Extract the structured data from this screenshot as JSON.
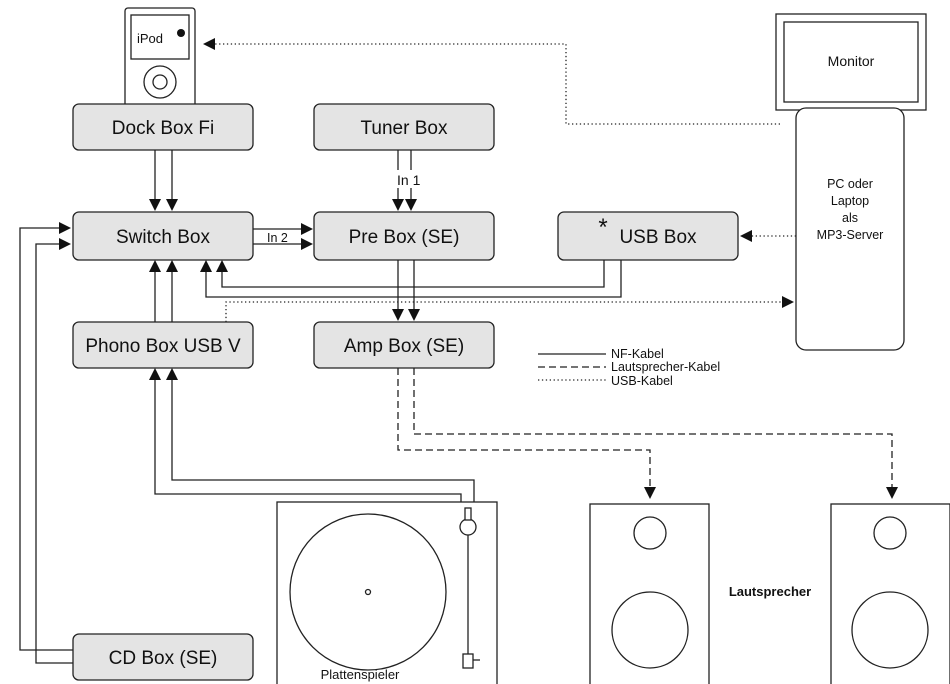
{
  "boxes": {
    "dock": "Dock Box Fi",
    "tuner": "Tuner Box",
    "switch": "Switch Box",
    "pre": "Pre Box (SE)",
    "usb_star": "*",
    "usb": "USB Box",
    "phono": "Phono Box USB V",
    "amp": "Amp Box (SE)",
    "cd": "CD Box (SE)"
  },
  "devices": {
    "ipod": "iPod",
    "monitor": "Monitor",
    "pc_lines": [
      "PC oder",
      "Laptop",
      "als",
      "MP3-Server"
    ],
    "turntable": "Plattenspieler",
    "speakers": "Lautsprecher"
  },
  "ports": {
    "in1": "In 1",
    "in2": "In 2"
  },
  "legend": {
    "nf": "NF-Kabel",
    "speaker_cable": "Lautsprecher-Kabel",
    "usb_cable": "USB-Kabel"
  },
  "icons": [
    "ipod-icon",
    "monitor-icon",
    "pc-tower-icon",
    "turntable-icon",
    "speaker-icon"
  ]
}
